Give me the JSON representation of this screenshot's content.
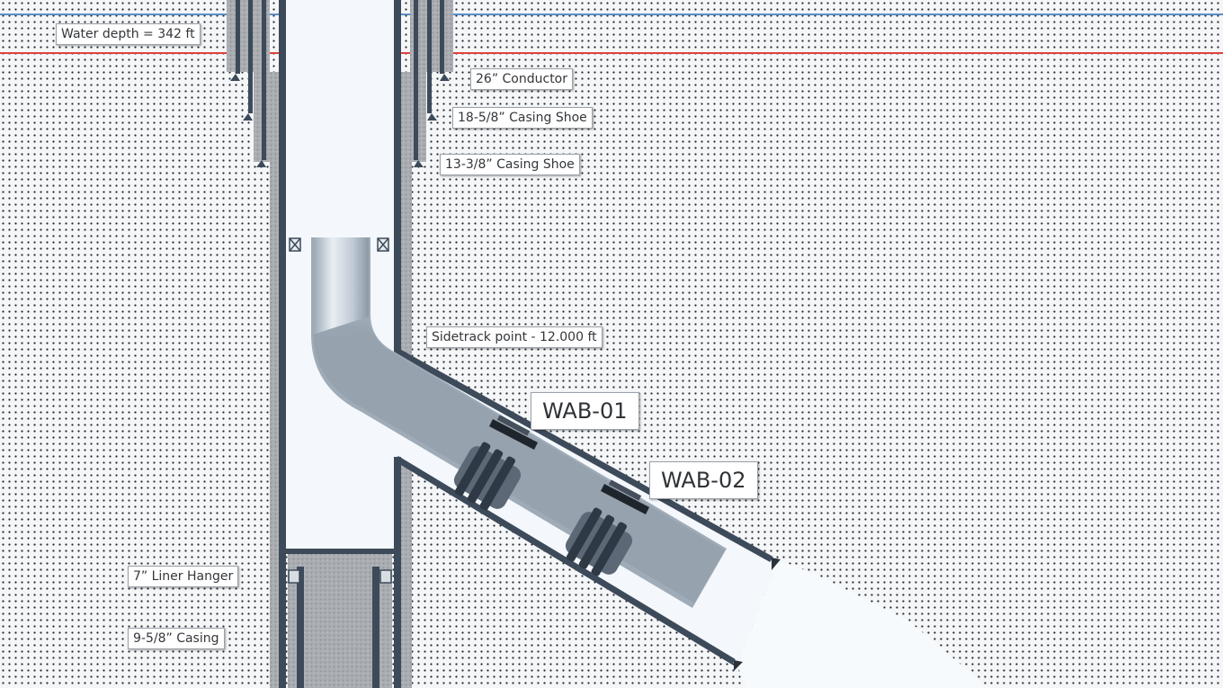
{
  "labels": {
    "water_depth": "Water depth = 342 ft",
    "conductor": "26” Conductor",
    "casing_shoe_18": "18-5/8” Casing Shoe",
    "casing_shoe_13": "13-3/8” Casing Shoe",
    "sidetrack": "Sidetrack point - 12.000 ft",
    "wab01": "WAB-01",
    "wab02": "WAB-02",
    "liner_hanger": "7” Liner Hanger",
    "casing_958": "9-5/8” Casing"
  },
  "colors": {
    "water_line": "#5b8fc9",
    "mudline": "#e0413c",
    "casing": "#3d4a5a",
    "borehole": "#f4f8fc",
    "cement": "#a8acb0",
    "pipe": "#c9d3dd"
  }
}
